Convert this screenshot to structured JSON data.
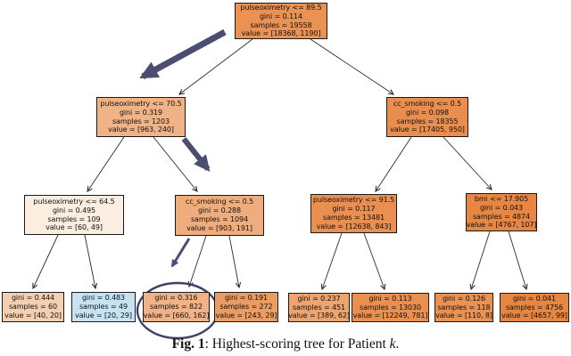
{
  "figure": {
    "caption": {
      "label": "Fig. 1",
      "separator": ": ",
      "text": "Highest-scoring tree for Patient ",
      "variable": "k",
      "period": "."
    }
  },
  "colors": {
    "class0_orange": "#e58139",
    "class1_blue": "#399de5",
    "annotation_arrow": "#4b4d71",
    "annotation_ellipse": "#3d4168",
    "edge": "#2b2b2b",
    "node_border": "#1a1a1a"
  },
  "tree": {
    "nodes": [
      {
        "id": "root",
        "fill": "#e99254",
        "children": [
          "node-l",
          "node-r"
        ],
        "lines": [
          "pulseoximetry <= 89.5",
          "gini = 0.114",
          "samples = 19558",
          "value = [18368, 1190]"
        ]
      },
      {
        "id": "node-l",
        "fill": "#f0b388",
        "children": [
          "node-ll",
          "node-lr"
        ],
        "lines": [
          "pulseoximetry <= 70.5",
          "gini = 0.319",
          "samples = 1203",
          "value = [963, 240]"
        ]
      },
      {
        "id": "node-r",
        "fill": "#e98e4e",
        "children": [
          "node-rl",
          "node-rr"
        ],
        "lines": [
          "cc_smoking <= 0.5",
          "gini = 0.098",
          "samples = 18355",
          "value = [17405, 950]"
        ]
      },
      {
        "id": "node-ll",
        "fill": "#fbeee1",
        "children": [
          "leaf-1",
          "leaf-2"
        ],
        "lines": [
          "pulseoximetry <= 64.5",
          "gini = 0.495",
          "samples = 109",
          "value = [60, 49]"
        ]
      },
      {
        "id": "node-lr",
        "fill": "#efad7d",
        "children": [
          "leaf-3",
          "leaf-4"
        ],
        "lines": [
          "cc_smoking <= 0.5",
          "gini = 0.288",
          "samples = 1094",
          "value = [903, 191]"
        ]
      },
      {
        "id": "node-rl",
        "fill": "#e99051",
        "children": [
          "leaf-5",
          "leaf-6"
        ],
        "lines": [
          "pulseoximetry <= 91.5",
          "gini = 0.117",
          "samples = 13481",
          "value = [12638, 843]"
        ]
      },
      {
        "id": "node-rr",
        "fill": "#e78743",
        "children": [
          "leaf-7",
          "leaf-8"
        ],
        "lines": [
          "bmi <= 17.905",
          "gini = 0.043",
          "samples = 4874",
          "value = [4767, 107]"
        ]
      },
      {
        "id": "leaf-1",
        "fill": "#f5d0b0",
        "children": [],
        "lines": [
          "gini = 0.444",
          "samples = 60",
          "value = [40, 20]"
        ]
      },
      {
        "id": "leaf-2",
        "fill": "#c6e3f4",
        "children": [],
        "lines": [
          "gini = 0.483",
          "samples = 49",
          "value = [20, 29]"
        ]
      },
      {
        "id": "leaf-3",
        "fill": "#f0b286",
        "children": [],
        "lines": [
          "gini = 0.316",
          "samples = 822",
          "value = [660, 162]"
        ]
      },
      {
        "id": "leaf-4",
        "fill": "#eb9c62",
        "children": [],
        "lines": [
          "gini = 0.191",
          "samples = 272",
          "value = [243, 29]"
        ]
      },
      {
        "id": "leaf-5",
        "fill": "#eda46f",
        "children": [],
        "lines": [
          "gini = 0.237",
          "samples = 451",
          "value = [389, 62]"
        ]
      },
      {
        "id": "leaf-6",
        "fill": "#e99051",
        "children": [],
        "lines": [
          "gini = 0.113",
          "samples = 13030",
          "value = [12249, 781]"
        ]
      },
      {
        "id": "leaf-7",
        "fill": "#e99254",
        "children": [],
        "lines": [
          "gini = 0.126",
          "samples = 118",
          "value = [110, 8]"
        ]
      },
      {
        "id": "leaf-8",
        "fill": "#e78641",
        "children": [],
        "lines": [
          "gini = 0.041",
          "samples = 4756",
          "value = [4657, 99]"
        ]
      }
    ]
  },
  "annotations": {
    "highlighted_node": "leaf-3",
    "arrow_path": [
      "root",
      "node-l",
      "node-lr",
      "leaf-3"
    ]
  }
}
